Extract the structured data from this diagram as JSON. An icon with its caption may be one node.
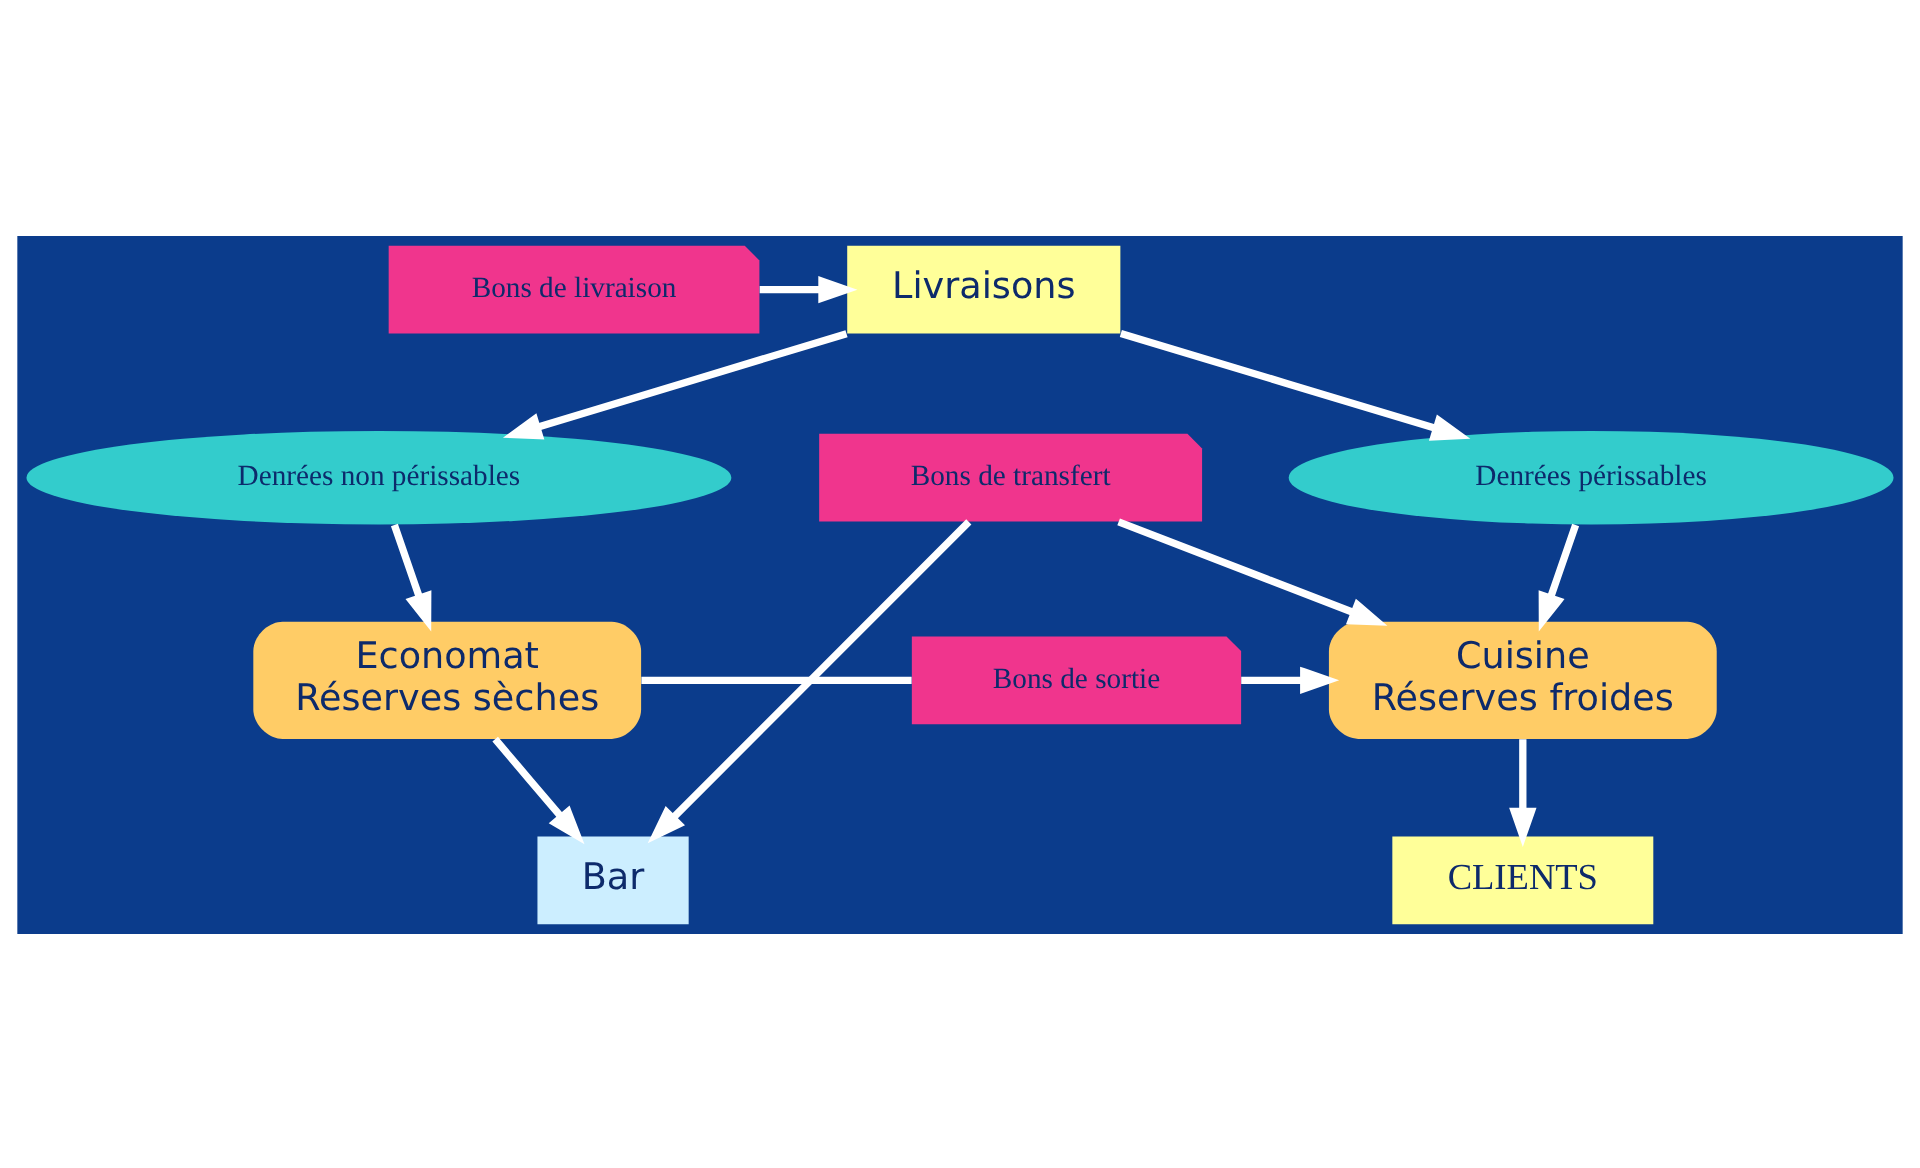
{
  "diagram": {
    "nodes": [
      {
        "text": [
          "Bons de livraison"
        ]
      },
      {
        "text": [
          "Livraisons"
        ]
      },
      {
        "text": [
          "Denrées périssables"
        ]
      },
      {
        "text": [
          "Denrées non périssables"
        ]
      },
      {
        "text": [
          "Cuisine",
          "Réserves froides"
        ]
      },
      {
        "text": [
          "Economat",
          "Réserves sèches"
        ]
      },
      {
        "text": [
          "Bons de sortie"
        ]
      },
      {
        "text": [
          "CLIENTS"
        ]
      },
      {
        "text": [
          "Bons de transfert"
        ]
      },
      {
        "text": [
          "Bar"
        ]
      }
    ],
    "edges": [
      {
        "from": 0,
        "to": 1,
        "arrow": "to"
      },
      {
        "from": 1,
        "to": 2,
        "arrow": "to"
      },
      {
        "from": 1,
        "to": 3,
        "arrow": "to"
      },
      {
        "from": 2,
        "to": 4,
        "arrow": "to"
      },
      {
        "from": 3,
        "to": 5,
        "arrow": "to"
      },
      {
        "from": 5,
        "to": 6,
        "arrow": "none"
      },
      {
        "from": 6,
        "to": 4,
        "arrow": "to"
      },
      {
        "from": 4,
        "to": 7,
        "arrow": "to"
      },
      {
        "from": 5,
        "to": 9,
        "arrow": "to"
      },
      {
        "from": 8,
        "to": 4,
        "arrow": "to"
      },
      {
        "from": 8,
        "to": 9,
        "arrow": "to"
      }
    ]
  }
}
